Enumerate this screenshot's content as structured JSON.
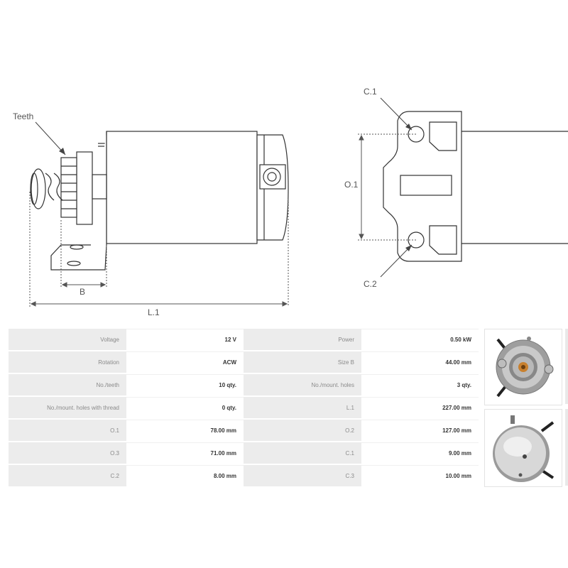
{
  "diagram": {
    "labels": {
      "teeth": "Teeth",
      "b": "B",
      "l1": "L.1",
      "c1": "C.1",
      "c2": "C.2",
      "o1": "O.1"
    }
  },
  "specs": {
    "rows": [
      {
        "label_a": "Voltage",
        "value_a": "12 V",
        "label_b": "Power",
        "value_b": "0.50 kW"
      },
      {
        "label_a": "Rotation",
        "value_a": "ACW",
        "label_b": "Size B",
        "value_b": "44.00 mm"
      },
      {
        "label_a": "No./teeth",
        "value_a": "10 qty.",
        "label_b": "No./mount. holes",
        "value_b": "3 qty."
      },
      {
        "label_a": "No./mount. holes with thread",
        "value_a": "0 qty.",
        "label_b": "L.1",
        "value_b": "227.00 mm"
      },
      {
        "label_a": "O.1",
        "value_a": "78.00 mm",
        "label_b": "O.2",
        "value_b": "127.00 mm"
      },
      {
        "label_a": "O.3",
        "value_a": "71.00 mm",
        "label_b": "C.1",
        "value_b": "9.00 mm"
      },
      {
        "label_a": "C.2",
        "value_a": "8.00 mm",
        "label_b": "C.3",
        "value_b": "10.00 mm"
      }
    ]
  },
  "photos": {
    "front": "starter-motor-front-photo",
    "rear": "starter-motor-rear-photo"
  }
}
